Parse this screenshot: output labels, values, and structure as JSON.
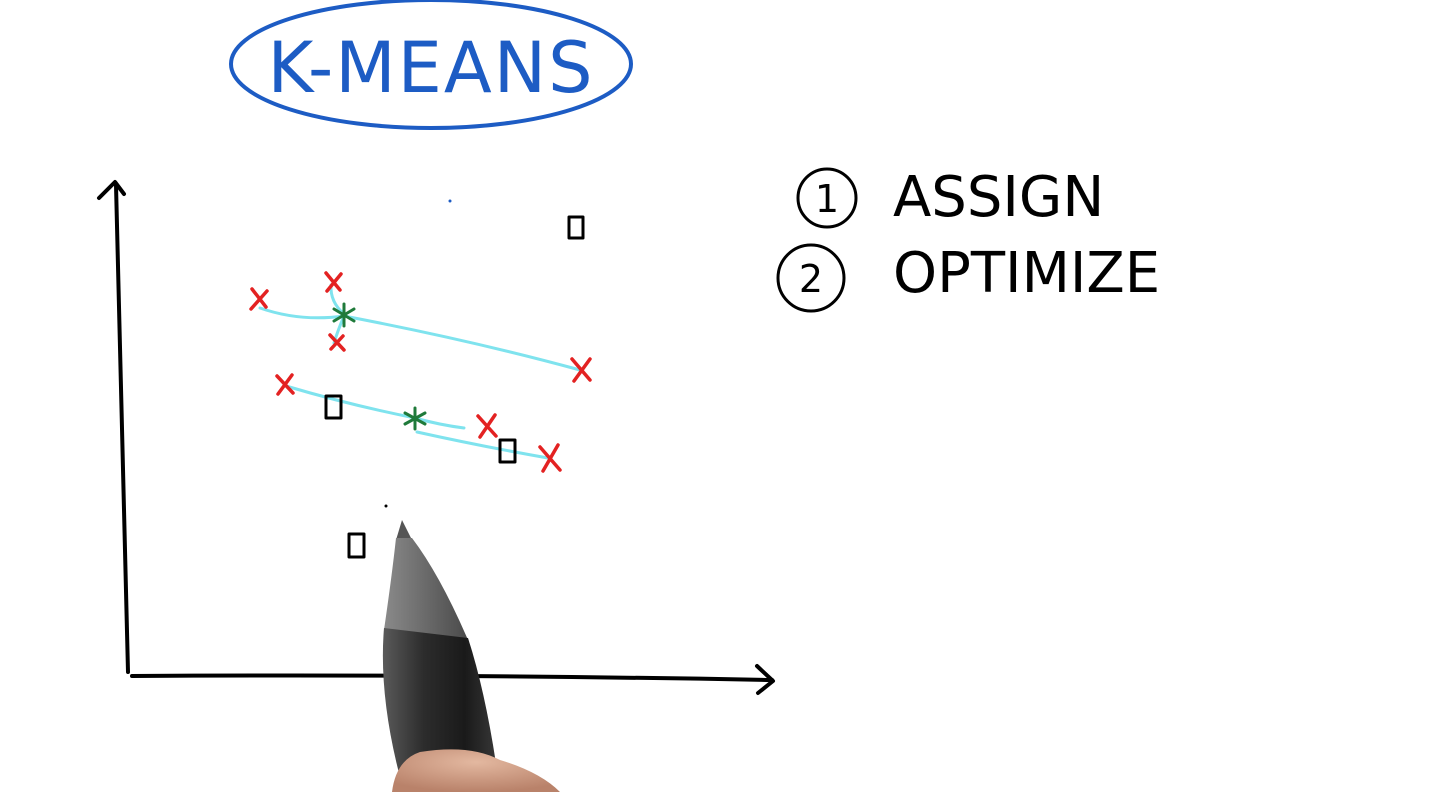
{
  "title": "K-MEANS",
  "steps": [
    {
      "number": "1",
      "label": "ASSIGN"
    },
    {
      "number": "2",
      "label": "OPTIMIZE"
    }
  ],
  "colors": {
    "title": "#1d5cc4",
    "data_point": "#e32222",
    "centroid": "#1f7a3a",
    "assignment_line": "#7fe3ee",
    "ink": "#000000",
    "pen_body": "#3a3a3a"
  },
  "icons": {
    "data_point": "x-mark",
    "centroid": "asterisk-mark",
    "candidate": "square-mark",
    "pen": "marker-pen"
  }
}
